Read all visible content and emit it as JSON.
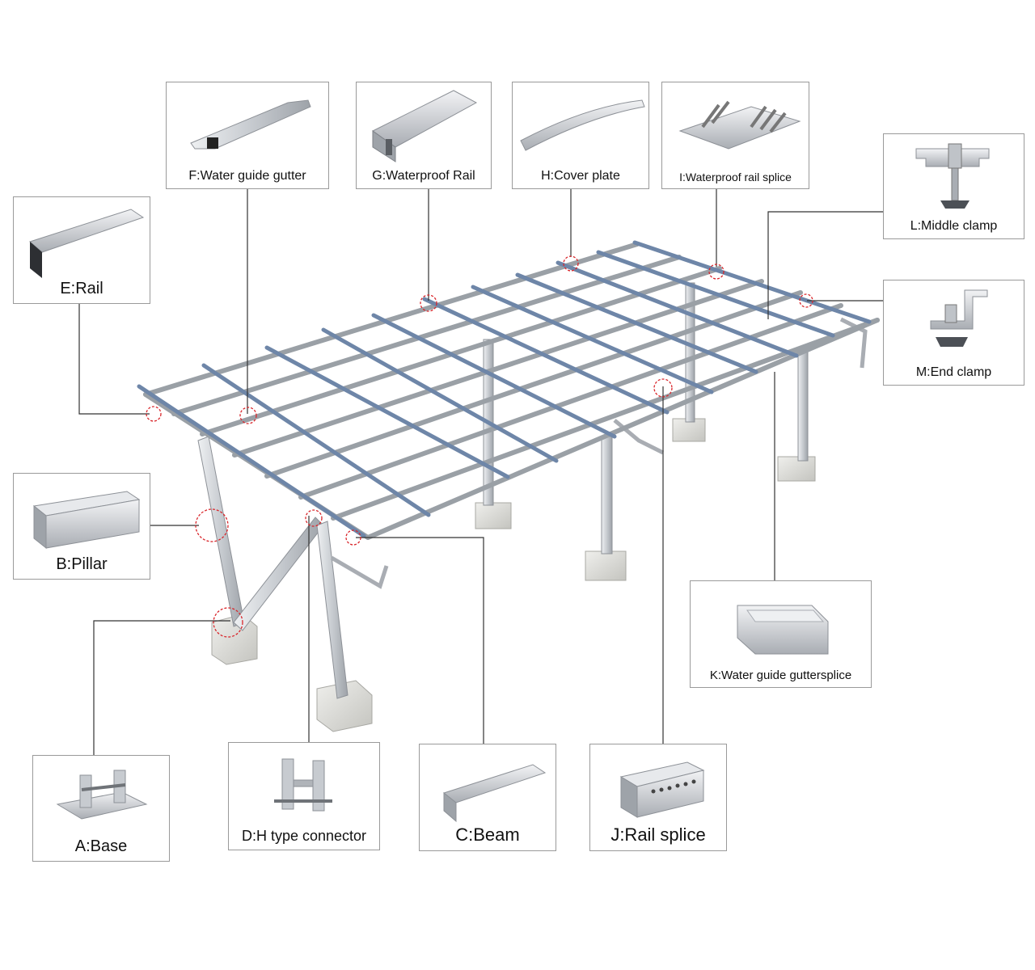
{
  "components": {
    "F": {
      "label": "F:Water guide gutter"
    },
    "G": {
      "label": "G:Waterproof Rail"
    },
    "H": {
      "label": "H:Cover plate"
    },
    "I": {
      "label": "I:Waterproof rail splice"
    },
    "L": {
      "label": "L:Middle clamp"
    },
    "E": {
      "label": "E:Rail"
    },
    "M": {
      "label": "M:End clamp"
    },
    "B": {
      "label": "B:Pillar"
    },
    "K": {
      "label": "K:Water guide guttersplice"
    },
    "A": {
      "label": "A:Base"
    },
    "D": {
      "label": "D:H type connector"
    },
    "C": {
      "label": "C:Beam"
    },
    "J": {
      "label": "J:Rail splice"
    }
  },
  "colors": {
    "rail_blue": "#6e86a8",
    "frame_silver": "#c9ccd0",
    "frame_edge": "#8d9197",
    "leader": "#333333",
    "marker": "#d9262b",
    "concrete": "#d7d7d2"
  },
  "icons": [
    "rail-thumb",
    "pillar-thumb",
    "base-thumb",
    "clamp-thumb",
    "gutter-thumb",
    "splice-thumb",
    "beam-thumb",
    "connector-thumb",
    "cover-plate-thumb"
  ]
}
